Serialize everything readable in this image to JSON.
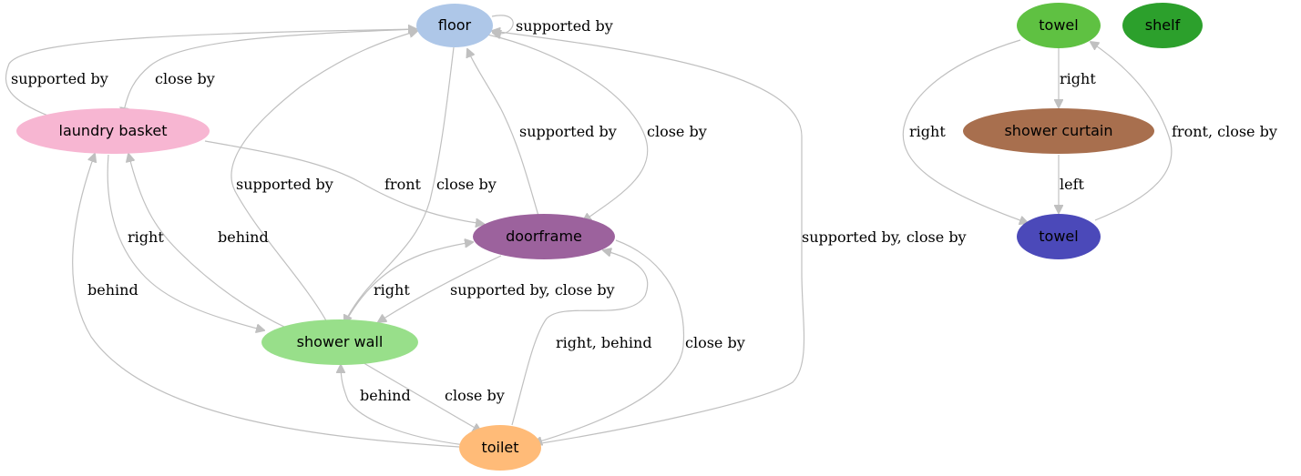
{
  "nodes": {
    "floor": {
      "label": "floor",
      "color": "#aec7e8"
    },
    "laundry_basket": {
      "label": "laundry basket",
      "color": "#f7b6d2"
    },
    "doorframe": {
      "label": "doorframe",
      "color": "#9c629d"
    },
    "shower_wall": {
      "label": "shower wall",
      "color": "#98df8a"
    },
    "toilet": {
      "label": "toilet",
      "color": "#ffbb78"
    },
    "towel_top": {
      "label": "towel",
      "color": "#5fc142"
    },
    "shelf": {
      "label": "shelf",
      "color": "#2ca02c"
    },
    "shower_curtain": {
      "label": "shower curtain",
      "color": "#a86f4e"
    },
    "towel_bottom": {
      "label": "towel",
      "color": "#4b49b9"
    }
  },
  "edge_labels": {
    "floor_self": "supported by",
    "basket_to_floor": "supported by",
    "floor_to_basket": "close by",
    "floor_to_doorframe_a": "supported by",
    "floor_to_doorframe_b": "close by",
    "wall_to_floor": "supported by",
    "basket_to_doorframe": "front",
    "floor_to_wall": "close by",
    "basket_to_wall": "right",
    "wall_to_basket": "behind",
    "toilet_to_basket": "behind",
    "wall_to_doorframe": "right",
    "doorframe_to_wall": "supported by, close by",
    "toilet_to_doorframe": "right, behind",
    "doorframe_to_toilet": "close by",
    "toilet_to_floor": "supported by, close by",
    "toilet_to_wall": "behind",
    "wall_to_toilet": "close by",
    "towel_to_curtain": "right",
    "towel_to_towel": "right",
    "curtain_to_towel": "left",
    "towel_back": "front, close by"
  }
}
